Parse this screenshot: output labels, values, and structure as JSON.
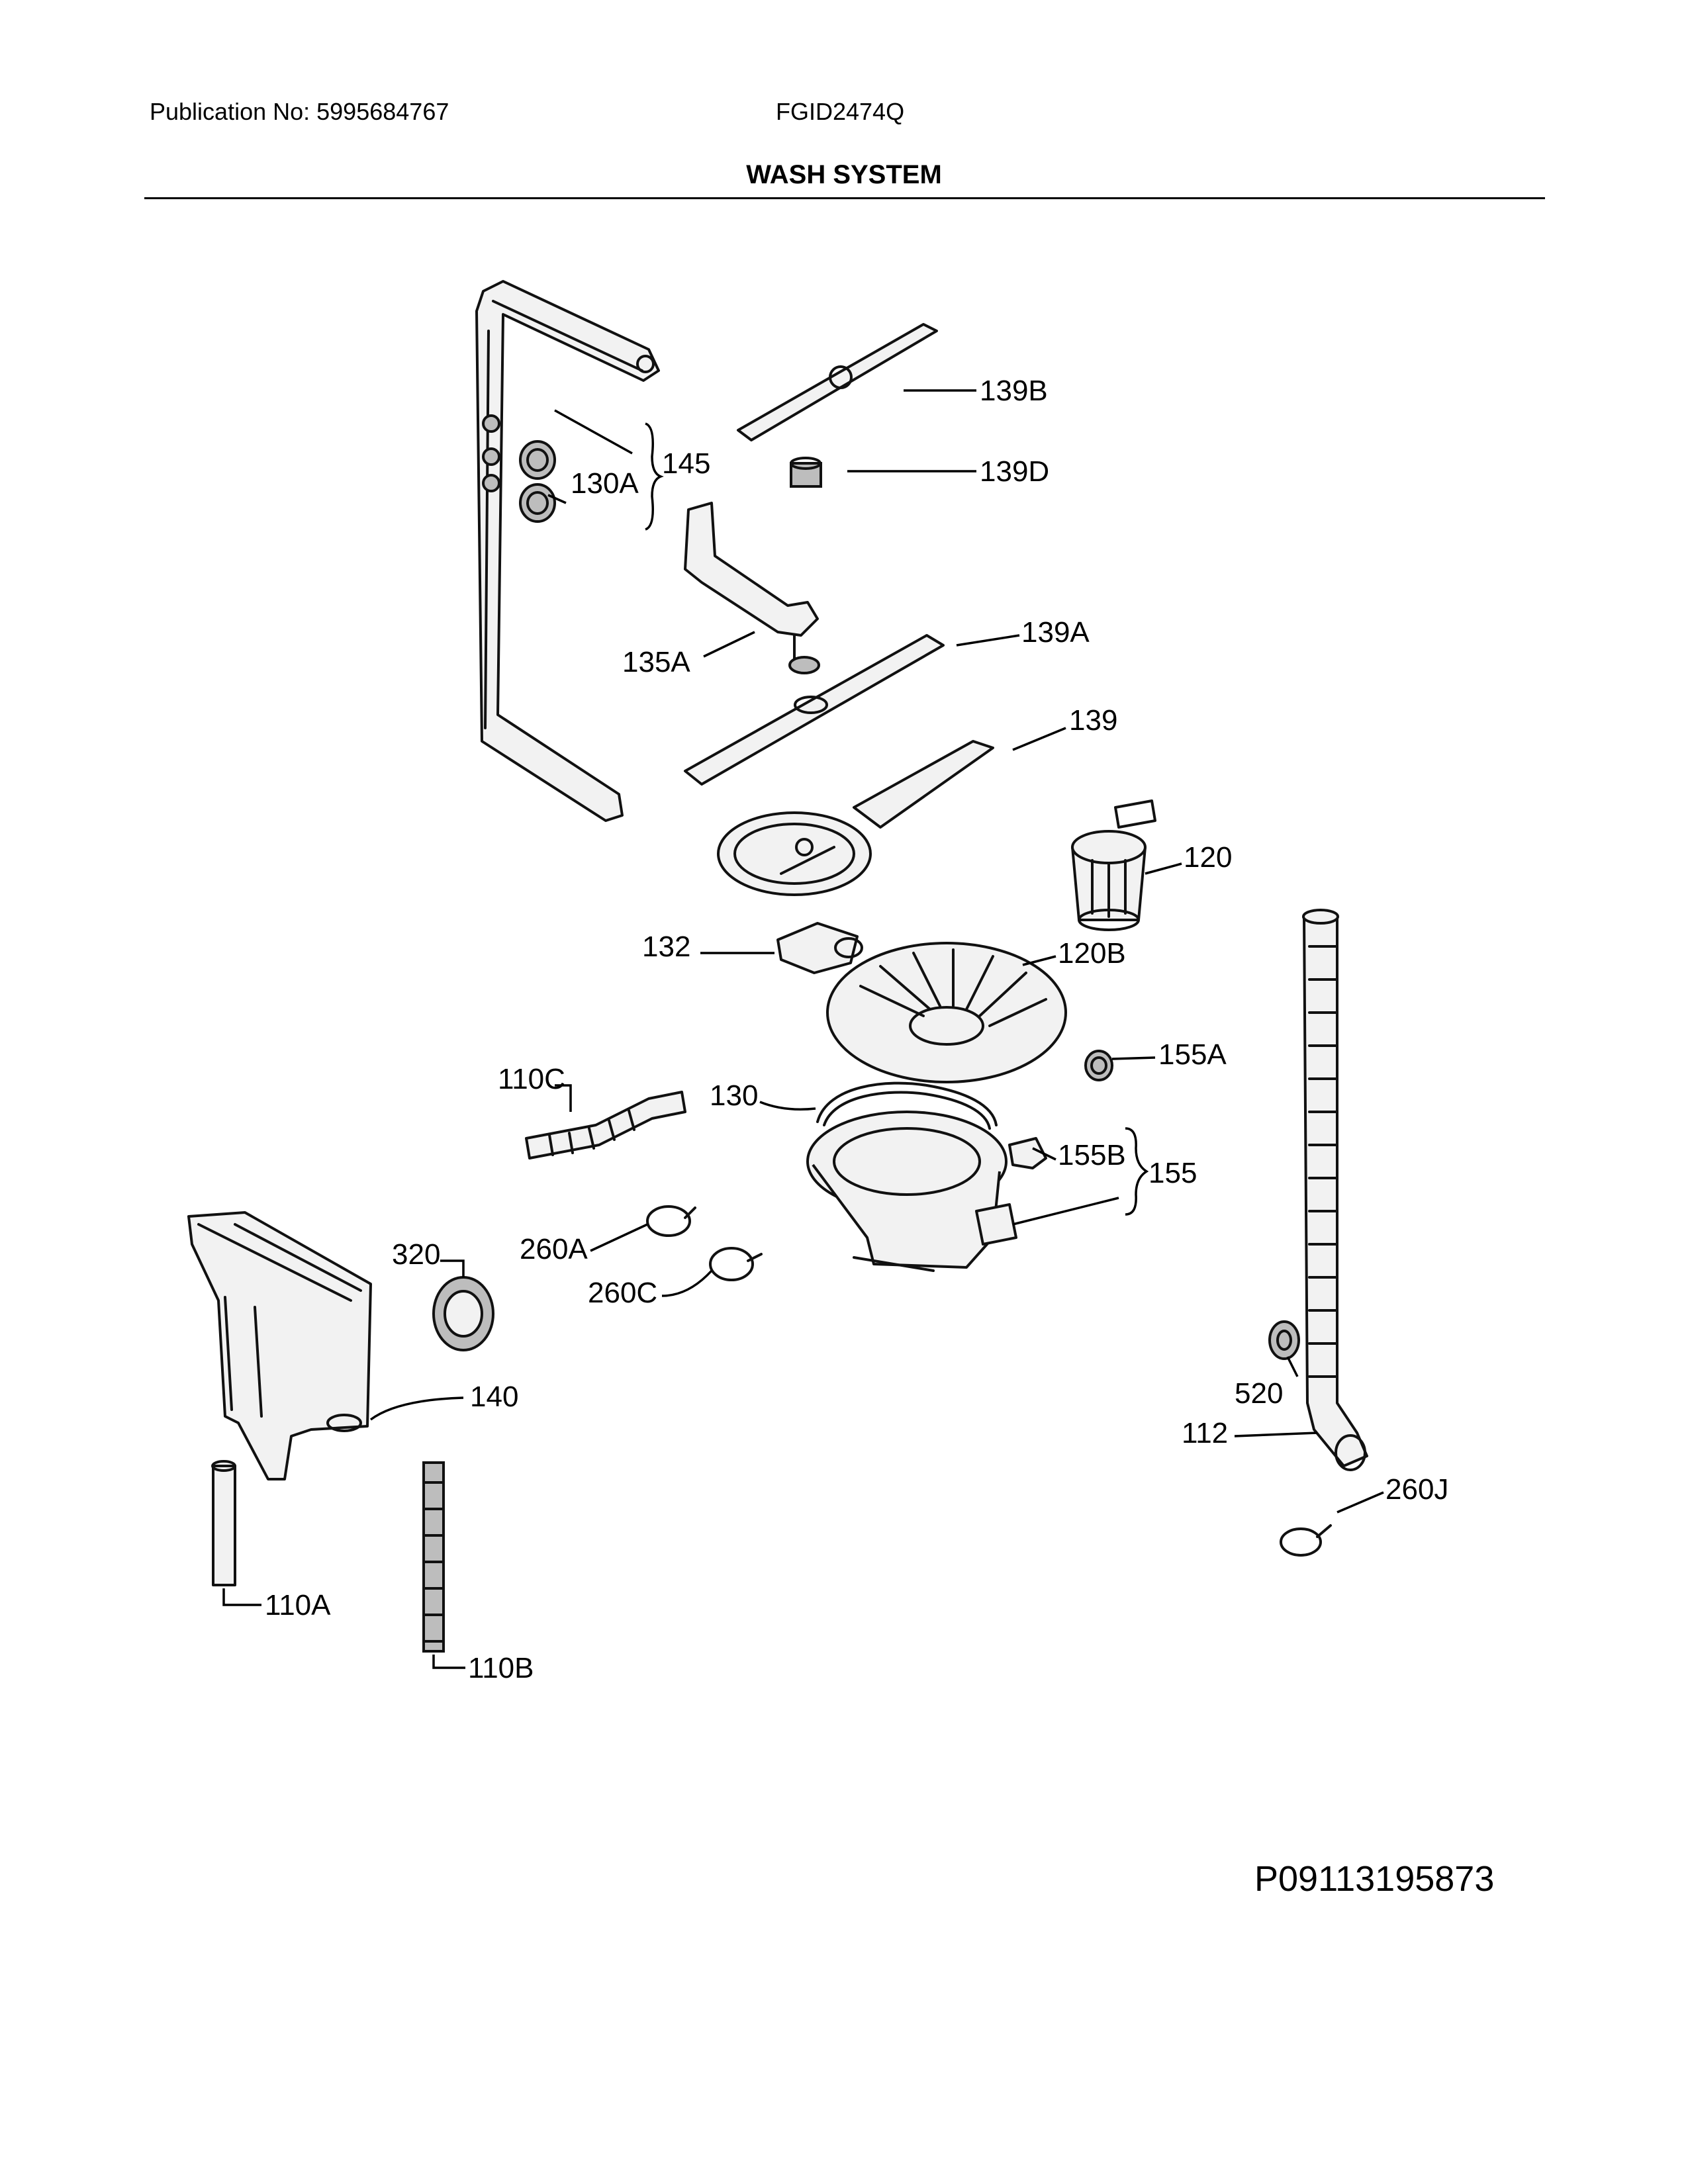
{
  "header": {
    "publication": "Publication No: 5995684767",
    "model": "FGID2474Q",
    "title": "WASH SYSTEM"
  },
  "callouts": {
    "c139B": "139B",
    "c139D": "139D",
    "c145": "145",
    "c130A": "130A",
    "c135A": "135A",
    "c139A": "139A",
    "c139": "139",
    "c120": "120",
    "c132": "132",
    "c120B": "120B",
    "c155A": "155A",
    "c110C": "110C",
    "c130": "130",
    "c155B": "155B",
    "c155": "155",
    "c320": "320",
    "c260A": "260A",
    "c260C": "260C",
    "c140": "140",
    "c520": "520",
    "c112": "112",
    "c260J": "260J",
    "c110A": "110A",
    "c110B": "110B"
  },
  "footer": {
    "drawing_code": "P09113195873"
  }
}
